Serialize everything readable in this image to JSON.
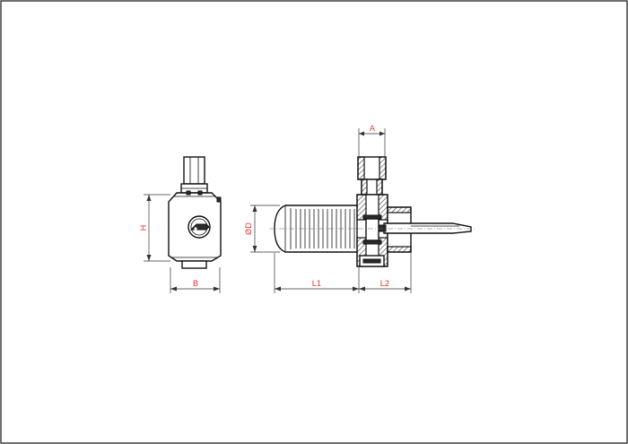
{
  "dimensions": {
    "A": "A",
    "B": "B",
    "H": "H",
    "D": "ØD",
    "L1": "L1",
    "L2": "L2"
  }
}
